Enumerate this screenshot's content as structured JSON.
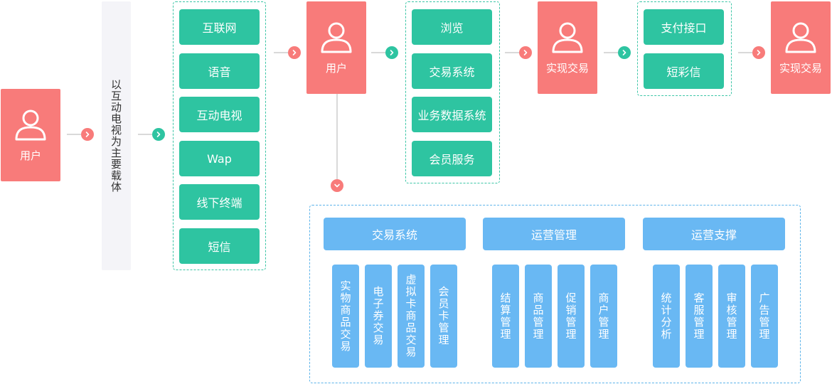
{
  "users": {
    "user1": "用户",
    "user2": "用户",
    "trade1": "实现交易",
    "trade2": "实现交易"
  },
  "carrier": "以互动电视为主要载体",
  "channels": [
    "互联网",
    "语音",
    "互动电视",
    "Wap",
    "线下终端",
    "短信"
  ],
  "services": [
    "浏览",
    "交易系统",
    "业务数据系统",
    "会员服务"
  ],
  "payments": [
    "支付接口",
    "短彩信"
  ],
  "systems": [
    {
      "title": "交易系统",
      "items": [
        "实物商品交易",
        "电子券交易",
        "虚拟卡商品交易",
        "会员卡管理"
      ]
    },
    {
      "title": "运营管理",
      "items": [
        "结算管理",
        "商品管理",
        "促销管理",
        "商户管理"
      ]
    },
    {
      "title": "运营支撑",
      "items": [
        "统计分析",
        "客服管理",
        "审核管理",
        "广告管理"
      ]
    }
  ],
  "colors": {
    "user": "#f87b7a",
    "channel": "#2ec4a1",
    "system": "#69b8f3"
  }
}
